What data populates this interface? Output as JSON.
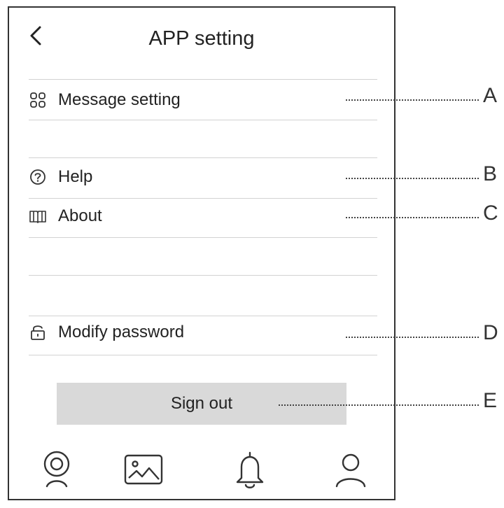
{
  "header": {
    "title": "APP setting",
    "back_icon": "chevron-left-icon"
  },
  "menu": {
    "items": [
      {
        "id": "message-setting",
        "label": "Message setting",
        "icon": "grid-icon"
      },
      {
        "id": "help",
        "label": "Help",
        "icon": "question-circle-icon"
      },
      {
        "id": "about",
        "label": "About",
        "icon": "book-icon"
      },
      {
        "id": "modify-password",
        "label": "Modify password",
        "icon": "lock-icon"
      }
    ]
  },
  "sign_out": {
    "label": "Sign out"
  },
  "bottom_nav": {
    "tabs": [
      {
        "id": "camera",
        "icon": "camera-icon"
      },
      {
        "id": "gallery",
        "icon": "image-icon"
      },
      {
        "id": "alerts",
        "icon": "bell-icon"
      },
      {
        "id": "profile",
        "icon": "user-icon"
      }
    ]
  },
  "callouts": {
    "a": "A",
    "b": "B",
    "c": "C",
    "d": "D",
    "e": "E"
  },
  "colors": {
    "button_bg": "#d9d9d9",
    "divider": "#d2d2d2",
    "border": "#333333"
  }
}
